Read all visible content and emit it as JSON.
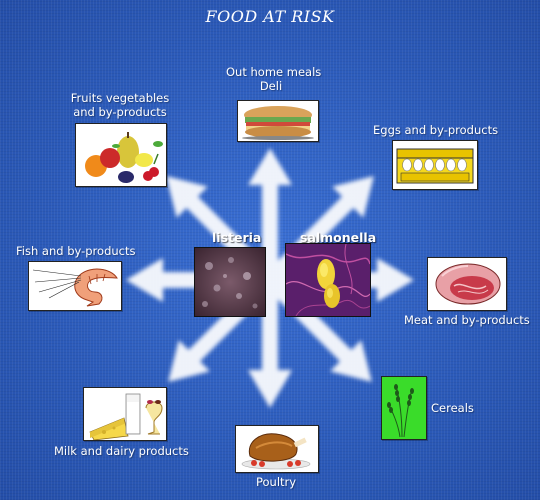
{
  "title": "FOOD AT RISK",
  "center": {
    "left_label": "listeria",
    "right_label": "salmonella"
  },
  "categories": {
    "out_home": [
      "Out home meals",
      "Deli"
    ],
    "eggs": "Eggs and by-products",
    "fruits": [
      "Fruits vegetables",
      "and by-products"
    ],
    "fish": "Fish and by-products",
    "meat": "Meat and by-products",
    "cereals": "Cereals",
    "milk": "Milk and dairy products",
    "poultry": "Poultry"
  },
  "colors": {
    "background": "#2f5fc0",
    "arrow": "#ffffff",
    "text": "#ffffff"
  }
}
